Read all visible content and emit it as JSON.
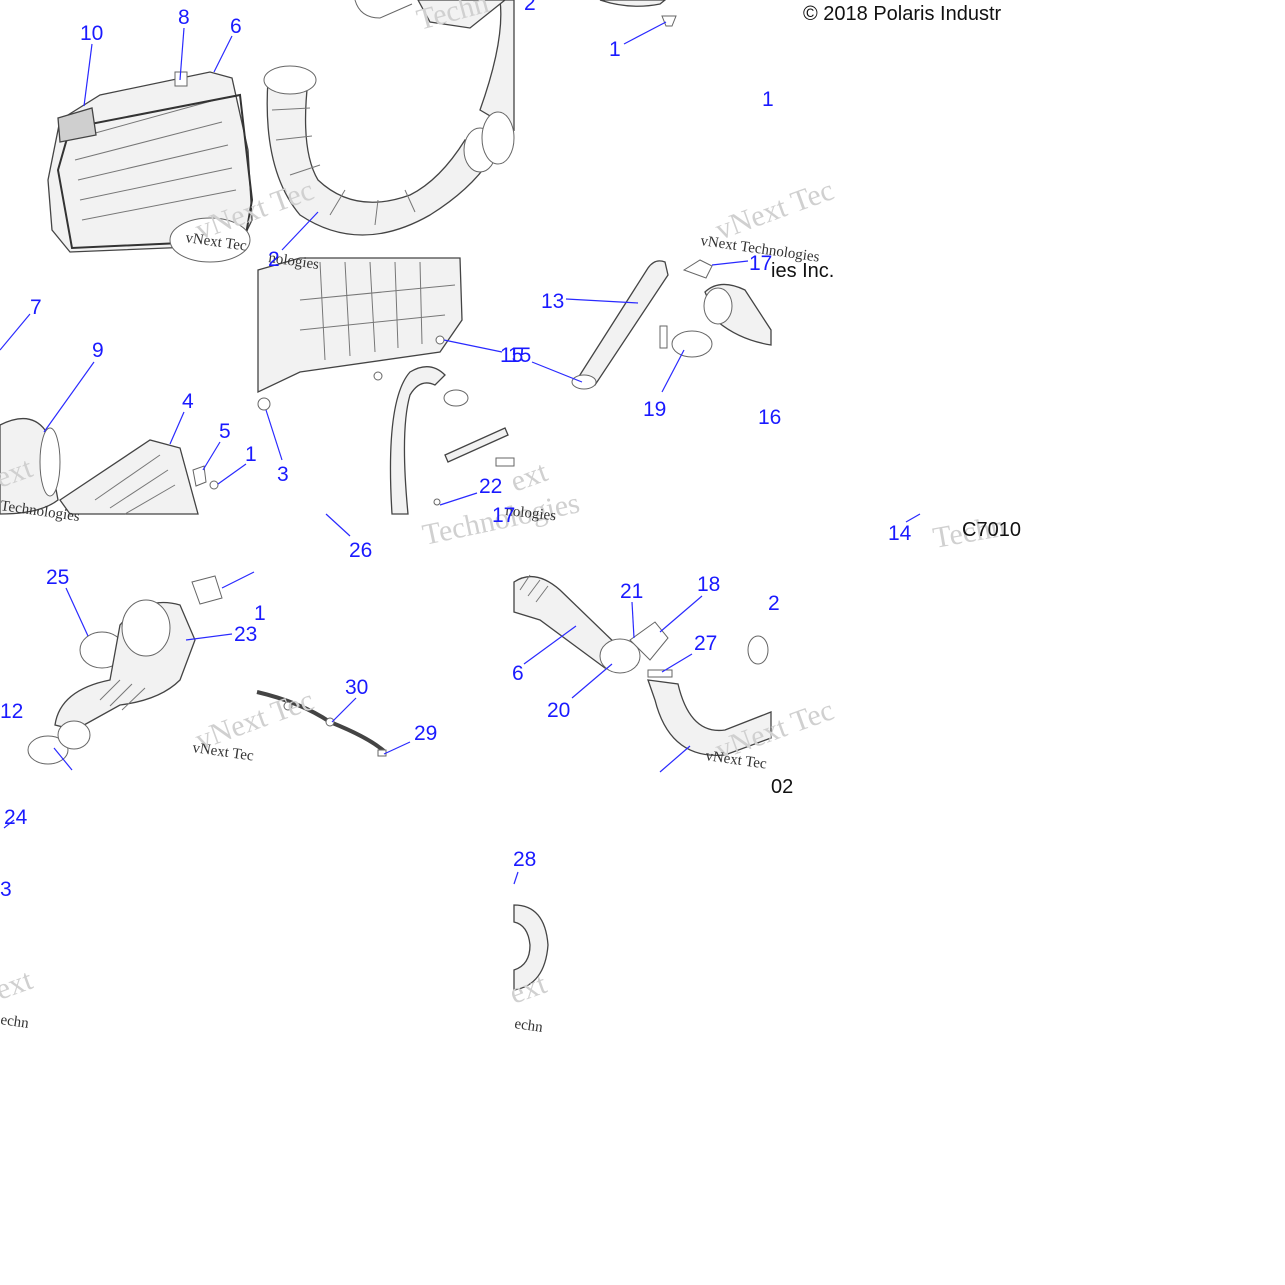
{
  "copyright": "© 2018 Polaris Industr",
  "fragment_ies": "ies Inc.",
  "code_label": "C7010",
  "fragment_02": "02",
  "watermarks": {
    "brand": "vNext Tec",
    "brand2": "vNext Technologies",
    "tech": "Techn",
    "tech2": "Technologies",
    "nologies": "nologies",
    "ext": "ext",
    "echn": "echn"
  },
  "colors": {
    "callout": "#1a1aff",
    "leader": "#2a2aff",
    "background": "#ffffff"
  },
  "callouts": [
    {
      "id": "c10",
      "label": "10"
    },
    {
      "id": "c8",
      "label": "8"
    },
    {
      "id": "c6a",
      "label": "6"
    },
    {
      "id": "c2a",
      "label": "2"
    },
    {
      "id": "c1a",
      "label": "1"
    },
    {
      "id": "c1b",
      "label": "1"
    },
    {
      "id": "c2b",
      "label": "2"
    },
    {
      "id": "c7",
      "label": "7"
    },
    {
      "id": "c9",
      "label": "9"
    },
    {
      "id": "c4",
      "label": "4"
    },
    {
      "id": "c5",
      "label": "5"
    },
    {
      "id": "c1c",
      "label": "1"
    },
    {
      "id": "c3",
      "label": "3"
    },
    {
      "id": "c15a",
      "label": "15"
    },
    {
      "id": "c22",
      "label": "22"
    },
    {
      "id": "c17a",
      "label": "17"
    },
    {
      "id": "c13",
      "label": "13"
    },
    {
      "id": "c17b",
      "label": "17"
    },
    {
      "id": "c15b",
      "label": "15"
    },
    {
      "id": "c19",
      "label": "19"
    },
    {
      "id": "c16",
      "label": "16"
    },
    {
      "id": "c14",
      "label": "14"
    },
    {
      "id": "c26",
      "label": "26"
    },
    {
      "id": "c25",
      "label": "25"
    },
    {
      "id": "c1d",
      "label": "1"
    },
    {
      "id": "c23",
      "label": "23"
    },
    {
      "id": "c12",
      "label": "12"
    },
    {
      "id": "c24",
      "label": "24"
    },
    {
      "id": "c3b",
      "label": "3"
    },
    {
      "id": "c30",
      "label": "30"
    },
    {
      "id": "c29",
      "label": "29"
    },
    {
      "id": "c21",
      "label": "21"
    },
    {
      "id": "c18",
      "label": "18"
    },
    {
      "id": "c6b",
      "label": "6"
    },
    {
      "id": "c27",
      "label": "27"
    },
    {
      "id": "c20",
      "label": "20"
    },
    {
      "id": "c2c",
      "label": "2"
    },
    {
      "id": "c28",
      "label": "28"
    }
  ]
}
